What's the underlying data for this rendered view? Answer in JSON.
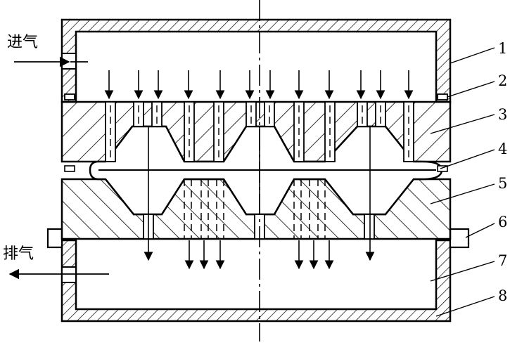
{
  "labels": {
    "inlet": "进气",
    "exhaust": "排气"
  },
  "callouts": [
    "1",
    "2",
    "3",
    "4",
    "5",
    "6",
    "7",
    "8"
  ],
  "colors": {
    "line": "#000000",
    "background": "#ffffff"
  }
}
